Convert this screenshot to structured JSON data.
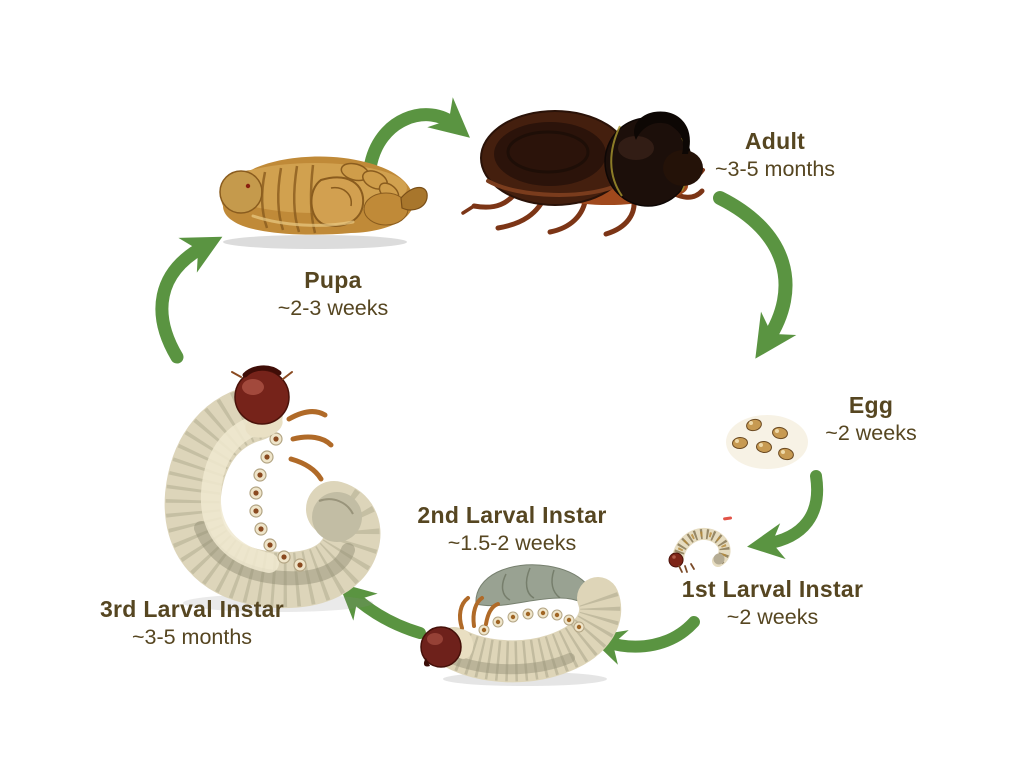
{
  "diagram": {
    "stages": [
      {
        "id": "adult",
        "label": "Adult",
        "duration": "~3-5 months",
        "illustration": "adult-rhinoceros-beetle"
      },
      {
        "id": "egg",
        "label": "Egg",
        "duration": "~2 weeks",
        "illustration": "egg-cluster"
      },
      {
        "id": "first-larval-instar",
        "label": "1st Larval Instar",
        "duration": "~2 weeks",
        "illustration": "tiny-curled-larva"
      },
      {
        "id": "second-larval-instar",
        "label": "2nd Larval Instar",
        "duration": "~1.5-2 weeks",
        "illustration": "medium-curled-grub"
      },
      {
        "id": "third-larval-instar",
        "label": "3rd Larval Instar",
        "duration": "~3-5 months",
        "illustration": "large-c-shaped-grub"
      },
      {
        "id": "pupa",
        "label": "Pupa",
        "duration": "~2-3 weeks",
        "illustration": "golden-pupa"
      }
    ],
    "colors": {
      "arrow": "#5a9441",
      "text": "#564621",
      "background": "#ffffff"
    }
  }
}
